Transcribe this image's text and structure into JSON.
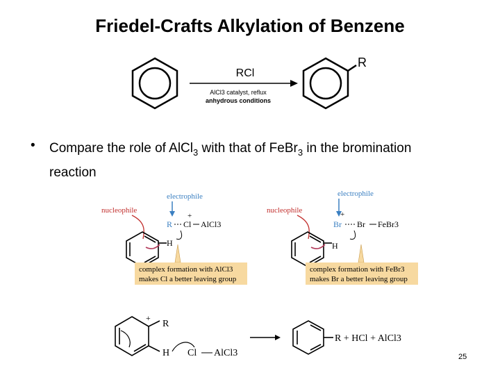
{
  "title": "Friedel-Crafts Alkylation of Benzene",
  "reaction": {
    "reagent": "RCl",
    "substituent": "R",
    "conditions_line1": "AlCl3 catalyst, reflux",
    "conditions_line2": "anhydrous conditions"
  },
  "bullet": {
    "symbol": "•",
    "part1": "Compare the role of AlCl",
    "sub1": "3",
    "part2": " with that of FeBr",
    "sub2": "3",
    "part3": " in the bromination reaction"
  },
  "left_scheme": {
    "electrophile_label": "electrophile",
    "nucleophile_label": "nucleophile",
    "atom_r": "R",
    "atom_cl": "Cl",
    "lewis_acid": "AlCl3",
    "atom_h": "H",
    "note_line1": "complex formation with AlCl3",
    "note_line2": "makes Cl a better leaving group"
  },
  "right_scheme": {
    "electrophile_label": "electrophile",
    "nucleophile_label": "nucleophile",
    "atom_br1": "Br",
    "atom_br2": "Br",
    "lewis_acid": "FeBr3",
    "atom_h": "H",
    "note_line1": "complex formation with FeBr3",
    "note_line2": "makes Br a better leaving group"
  },
  "bottom_scheme": {
    "atom_r": "R",
    "atom_h": "H",
    "atom_cl": "Cl",
    "lewis_acid": "AlCl3",
    "product": "R + HCl + AlCl3"
  },
  "page_number": "25",
  "colors": {
    "electrophile": "#3a7fc1",
    "nucleophile": "#c2302e",
    "note_bg": "#f7d9a0",
    "arrow": "#b23a5a"
  }
}
